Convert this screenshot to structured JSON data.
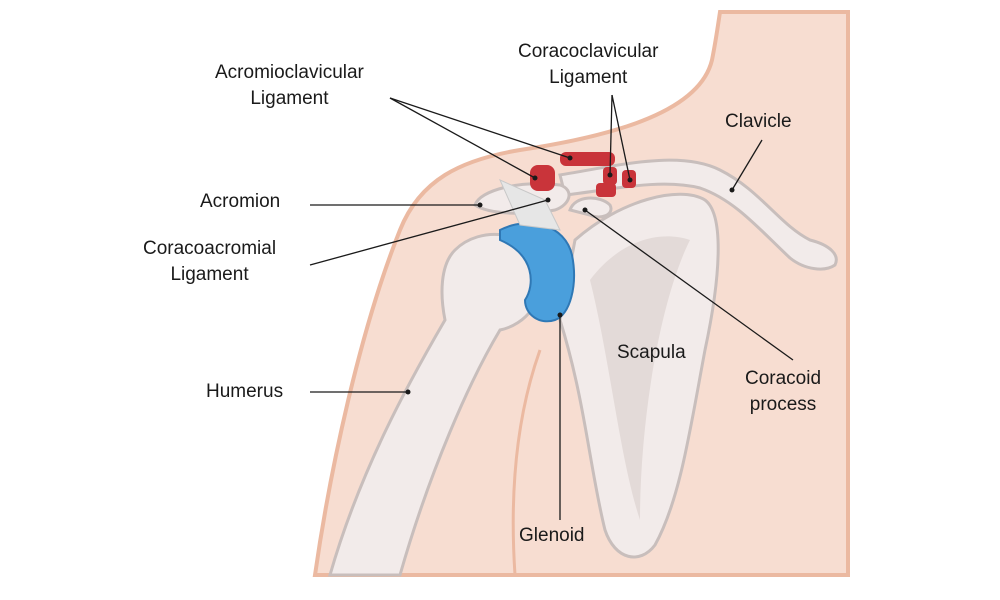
{
  "labels": {
    "acromioclavicular": [
      "Acromioclavicular",
      "Ligament"
    ],
    "coracoclavicular": [
      "Coracoclavicular",
      "Ligament"
    ],
    "clavicle": "Clavicle",
    "acromion": "Acromion",
    "coracoacromial": [
      "Coracoacromial",
      "Ligament"
    ],
    "humerus": "Humerus",
    "scapula": "Scapula",
    "coracoid": [
      "Coracoid",
      "process"
    ],
    "glenoid": "Glenoid"
  },
  "colors": {
    "skin": "#f7ddd1",
    "skin_edge": "#ebb9a1",
    "bone": "#f2ebea",
    "bone_edge": "#c8bebc",
    "cartilage": "#4a9fdc",
    "ligament_red": "#c9343a"
  }
}
